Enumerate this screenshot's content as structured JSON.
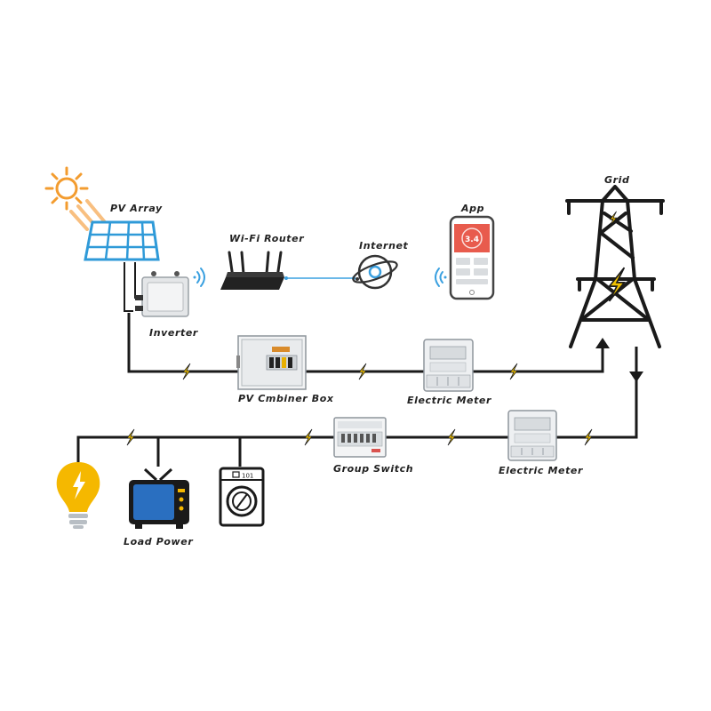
{
  "labels": {
    "pv_array": "PV Array",
    "wifi_router": "Wi-Fi Router",
    "internet": "Internet",
    "app": "App",
    "grid": "Grid",
    "inverter": "Inverter",
    "combiner_box": "PV Cmbiner Box",
    "electric_meter_top": "Electric Meter",
    "group_switch": "Group Switch",
    "electric_meter_bottom": "Electric Meter",
    "load_power": "Load Power"
  },
  "app_screen": {
    "value": "3.4"
  },
  "washer_panel": {
    "text": "101"
  },
  "colors": {
    "wire": "#1a1a1a",
    "bolt": "#f2c200",
    "solar_panel": "#2f9ad8",
    "sun": "#f39c2f",
    "app_header": "#e85b4d",
    "tv": "#2a6fc0",
    "bulb": "#f5b800",
    "internet_line": "#3aa0e0"
  }
}
